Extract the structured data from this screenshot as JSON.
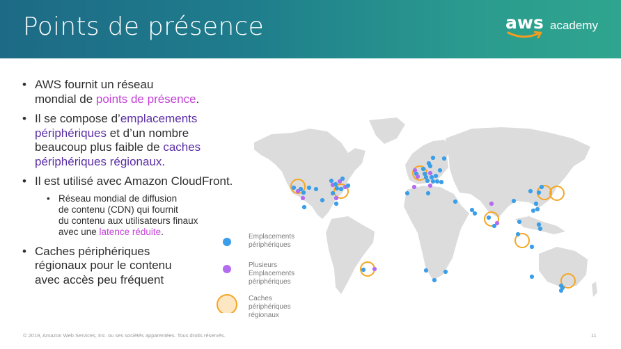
{
  "header": {
    "title": "Points de présence"
  },
  "logo": {
    "brand": "aws",
    "suffix": "academy"
  },
  "bullets": {
    "b1": {
      "l1": "AWS fournit un réseau",
      "l2a": "mondial de ",
      "l2b": "points de présence",
      "l2c": "."
    },
    "b2": {
      "l1a": "Il se compose d’",
      "l1b": "emplacements",
      "l2a": "périphériques",
      "l2b": " et d’un nombre",
      "l3a": "beaucoup plus faible de ",
      "l3b": "caches",
      "l4a": "périphériques régionaux",
      "l4b": "."
    },
    "b3": {
      "l1": "Il est utilisé avec Amazon CloudFront."
    },
    "sub": {
      "l1": "Réseau mondial de diffusion",
      "l2": "de contenu (CDN) qui fournit",
      "l3": "du contenu aux utilisateurs finaux",
      "l4a": "avec une ",
      "l4b": "latence réduite",
      "l4c": "."
    },
    "b4": {
      "l1": "Caches périphériques",
      "l2": "régionaux pour le contenu",
      "l3": "avec accès peu fréquent"
    }
  },
  "legend": {
    "edge": {
      "l1": "Emplacements",
      "l2": "périphériques"
    },
    "multi": {
      "l1": "Plusieurs",
      "l2": "Emplacements",
      "l3": "périphériques"
    },
    "regional": {
      "l1": "Caches",
      "l2": "périphériques",
      "l3": "régionaux"
    }
  },
  "colors": {
    "edge": "#3b9ee8",
    "multi": "#b36cf0",
    "regional": "#f5a623",
    "land": "#dcdcdc"
  },
  "footer": {
    "copyright": "© 2019, Amazon Web Services, Inc. ou ses sociétés apparentées. Tous droits réservés.",
    "page_number": "11"
  }
}
